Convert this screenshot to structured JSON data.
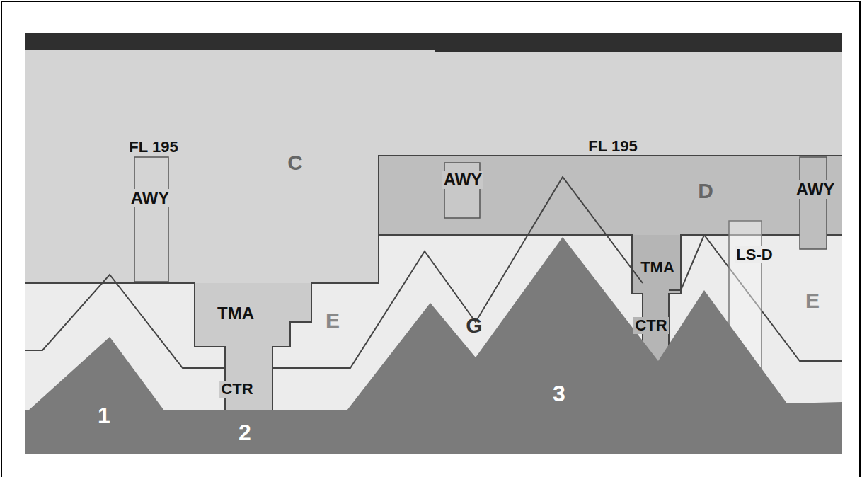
{
  "diagram": {
    "labels": [
      "FL 195",
      "C",
      "FL 195",
      "AWY",
      "AWY",
      "D",
      "AWY",
      "TMA",
      "LS-D",
      "TMA",
      "E",
      "E",
      "G",
      "CTR",
      "CTR",
      "3",
      "1",
      "2"
    ]
  }
}
